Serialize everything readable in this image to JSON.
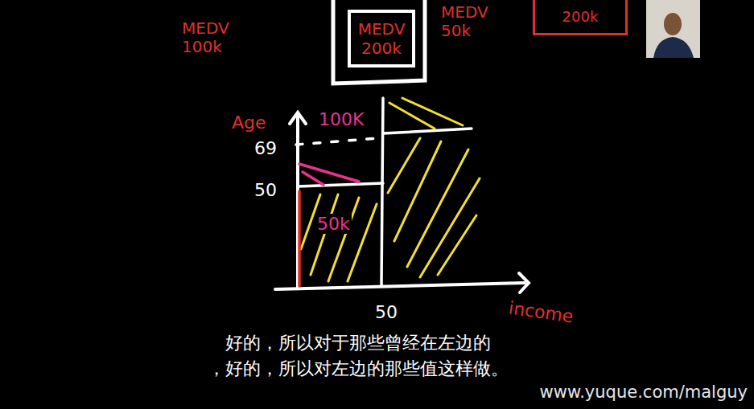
{
  "diagram": {
    "nodes": [
      {
        "text": [
          "MEDV 200k"
        ]
      },
      {
        "text": [
          "200k"
        ]
      }
    ],
    "labels": [
      "MEDV 100k",
      "MEDV 50k",
      "Age",
      "69",
      "50",
      "100K",
      "50k",
      "50",
      "income",
      "好的，所以对于那些曾经在左边的",
      "，好的，所以对左边的那些值这样做。",
      "www.yuque.com/malguy"
    ]
  }
}
